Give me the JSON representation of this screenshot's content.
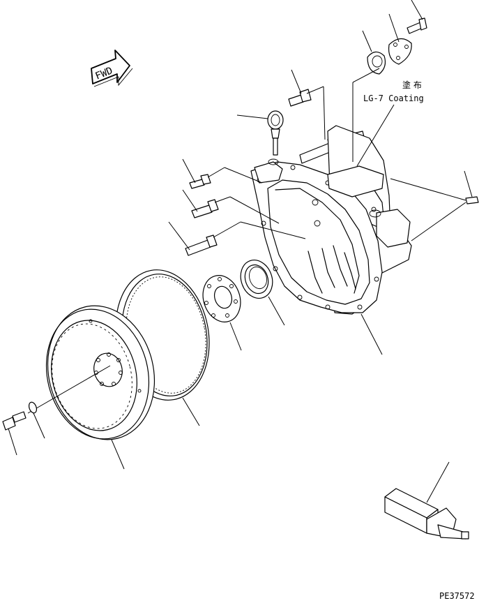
{
  "diagram": {
    "direction_badge": {
      "label": "FWD"
    },
    "annotation": {
      "japanese_label": "塗 布",
      "coating_label": "LG-7 Coating"
    },
    "drawing_code": "PE37572"
  },
  "colors": {
    "ink": "#000000",
    "paper": "#ffffff"
  }
}
